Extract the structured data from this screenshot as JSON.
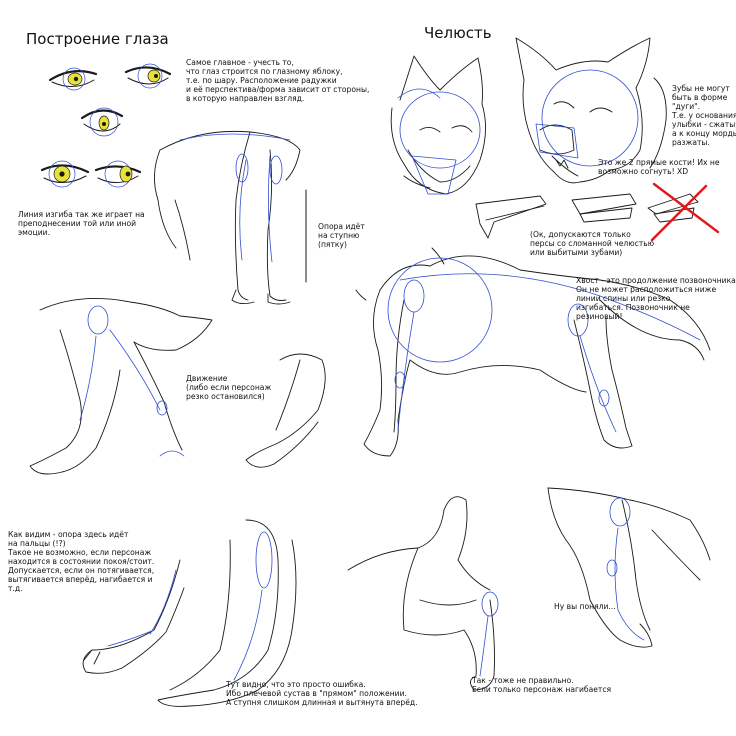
{
  "titles": {
    "eye": "Построение глаза",
    "jaw": "Челюсть"
  },
  "notes": {
    "eye_main": [
      "Самое главное - учесть то,",
      "что глаз строится по глазному яблоку,",
      "т.е. по шару. Расположение радужки",
      "и её перспектива/форма зависит от стороны,",
      "в которую направлен взгляд."
    ],
    "brow_line": [
      "Линия изгиба так же играет на",
      "преподнесении той или иной",
      "эмоции."
    ],
    "support": [
      "Опора идёт",
      "на ступню",
      "(пятку)"
    ],
    "teeth": [
      "Зубы не могут",
      "быть в форме",
      "\"дуги\".",
      "Т.е. у основания",
      "улыбки - сжаты,",
      "а к концу морды",
      "разжаты."
    ],
    "bones": [
      "Это же 2 прямые кости! Их не",
      "возможно согнуть! XD"
    ],
    "exception": [
      "(Ок, допускаются только",
      "персы со сломанной челюстью",
      "или выбитыми зубами)"
    ],
    "tail": [
      "Хвост - это продолжение позвоночника!",
      "Он не может расположиться ниже",
      "линии спины или резко",
      "изгибаться. Позвоночник не",
      "резиновый!"
    ],
    "motion": [
      "Движение",
      "(либо если персонаж",
      "резко остановился)"
    ],
    "toes": [
      "Как видим - опора здесь идёт",
      "на пальцы (!?)",
      "Такое не возможно, если персонаж",
      "находится в состоянии покоя/стоит.",
      "Допускается, если он потягивается,",
      "вытягивается вперёд, нагибается и",
      "т.д."
    ],
    "mistake": [
      "Тут видно, что это просто ошибка.",
      "Ибо плечевой сустав в \"прямом\" положении.",
      "А ступня слишком длинная и вытянута вперёд."
    ],
    "wrong": [
      "Так - тоже не правильно.",
      "Если только персонаж нагибается"
    ],
    "got_it": [
      "Ну вы поняли..."
    ]
  },
  "colors": {
    "ink": "#1a1a1a",
    "construction": "#2f4fd0",
    "iris": "#e6e23a",
    "cross": "#e01919"
  },
  "icons": [
    "eye-sketch",
    "wolf-head-sketch",
    "jaw-bone-sketch",
    "red-cross",
    "wolf-body-sketch",
    "wolf-leg-sketch"
  ]
}
